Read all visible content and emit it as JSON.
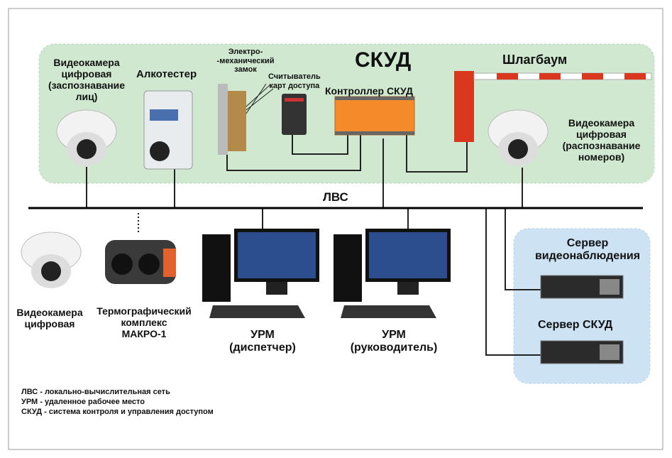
{
  "title_skud": "СКУД",
  "lan_label": "ЛВС",
  "devices": {
    "camera_face": "Видеокамера цифровая (заспознавание лиц)",
    "camera_face_lines": [
      "Видеокамера",
      "цифровая",
      "(заспознавание",
      "лиц)"
    ],
    "alcotester": "Алкотестер",
    "lock_lines": [
      "Электро-",
      "-механический",
      "замок"
    ],
    "reader_lines": [
      "Считыватель",
      "карт доступа"
    ],
    "controller": "Контроллер СКУД",
    "barrier": "Шлагбаум",
    "camera_plate_lines": [
      "Видеокамера",
      "цифровая",
      "(распознавание",
      "номеров)"
    ],
    "camera_digital_lines": [
      "Видеокамера",
      "цифровая"
    ],
    "thermo_lines": [
      "Термографический",
      "комплекс",
      "МАКРО-1"
    ],
    "urm_dispatcher_lines": [
      "УРМ",
      "(диспетчер)"
    ],
    "urm_manager_lines": [
      "УРМ",
      "(руководитель)"
    ],
    "server_video_lines": [
      "Сервер",
      "видеонаблюдения"
    ],
    "server_skud": "Сервер СКУД"
  },
  "legend": [
    "ЛВС - локально-вычислительная сеть",
    "УРМ - удаленное рабочее место",
    "СКУД - система контроля и управления доступом"
  ],
  "colors": {
    "skud_zone": "#cfe8cf",
    "server_zone": "#cde3f3",
    "controller": "#f58a2a",
    "barrier": "#d9381e"
  }
}
